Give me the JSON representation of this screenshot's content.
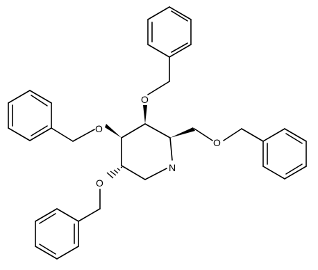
{
  "molecule": {
    "atoms": {
      "N": "N",
      "O1": "O",
      "O2": "O",
      "O3": "O",
      "O4": "O"
    }
  }
}
